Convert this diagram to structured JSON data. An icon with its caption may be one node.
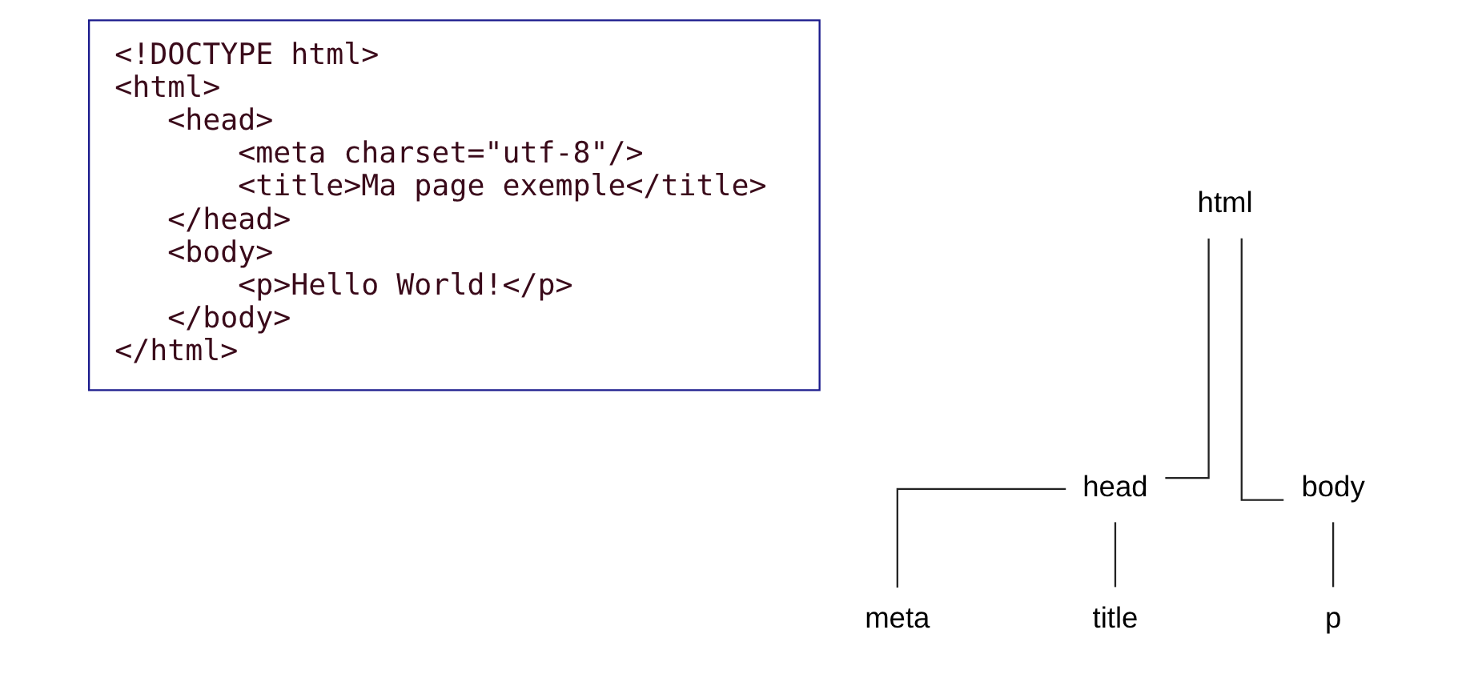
{
  "diagram": {
    "nodes": [
      {
        "text": [
          "<!DOCTYPE html>",
          "<html>",
          "<head>",
          "<meta charset=\"utf-8\"/>",
          "<title>Ma page exemple</title>",
          "</head>",
          "<body>",
          "<p>Hello World!</p>",
          "</body>",
          "</html>"
        ]
      },
      {
        "text": [
          "html"
        ]
      },
      {
        "text": [
          "head"
        ]
      },
      {
        "text": [
          "body"
        ]
      },
      {
        "text": [
          "meta"
        ]
      },
      {
        "text": [
          "title"
        ]
      },
      {
        "text": [
          "p"
        ]
      }
    ],
    "edges": [
      {
        "from": 1,
        "to": 2,
        "arrow": "none"
      },
      {
        "from": 1,
        "to": 3,
        "arrow": "none"
      },
      {
        "from": 2,
        "to": 4,
        "arrow": "none"
      },
      {
        "from": 2,
        "to": 5,
        "arrow": "none"
      },
      {
        "from": 3,
        "to": 6,
        "arrow": "none"
      }
    ]
  }
}
